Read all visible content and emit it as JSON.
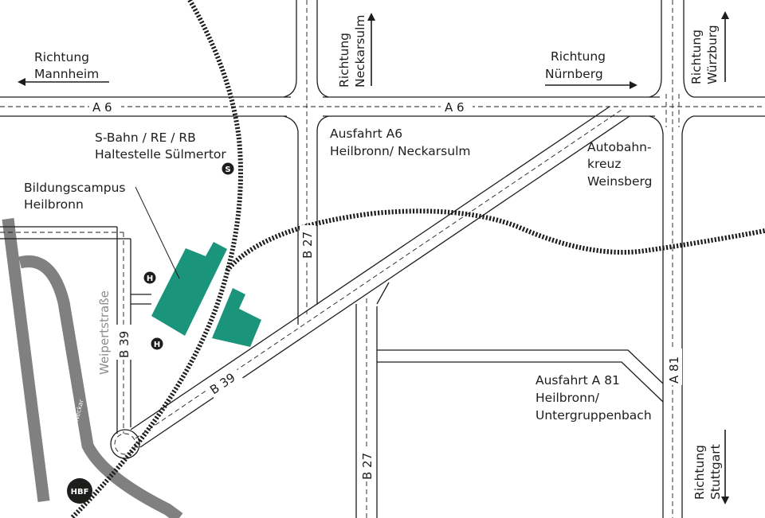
{
  "colors": {
    "campus": "#1a947a",
    "road_outline": "#1d1d1b",
    "river": "#808080",
    "rail": "#1d1d1b",
    "street_label": "#8c8c8c"
  },
  "directions": {
    "mannheim": {
      "line1": "Richtung",
      "line2": "Mannheim",
      "arrow": "left"
    },
    "neckarsulm": {
      "line1": "Richtung",
      "line2": "Neckarsulm",
      "arrow": "up"
    },
    "nuernberg": {
      "line1": "Richtung",
      "line2": "Nürnberg",
      "arrow": "right"
    },
    "wuerzburg": {
      "line1": "Richtung",
      "line2": "Würzburg",
      "arrow": "up"
    },
    "stuttgart": {
      "line1": "Richtung",
      "line2": "Stuttgart",
      "arrow": "down"
    }
  },
  "roads": {
    "a6_left": "A 6",
    "a6_right": "A 6",
    "a81": "A 81",
    "b27_upper": "B 27",
    "b27_lower": "B 27",
    "b39_vertical": "B 39",
    "b39_diagonal": "B 39",
    "weipertstrasse": "Weipertstraße",
    "neckar": "Neckar"
  },
  "places": {
    "sbahn_line1": "S-Bahn / RE / RB",
    "sbahn_line2": "Haltestelle Sülmertor",
    "campus_line1": "Bildungscampus",
    "campus_line2": "Heilbronn",
    "ausfahrt_a6_line1": "Ausfahrt A6",
    "ausfahrt_a6_line2": "Heilbronn/ Neckarsulm",
    "kreuz_line1": "Autobahn-",
    "kreuz_line2": "kreuz",
    "kreuz_line3": "Weinsberg",
    "ausfahrt_a81_line1": "Ausfahrt A 81",
    "ausfahrt_a81_line2": "Heilbronn/",
    "ausfahrt_a81_line3": "Untergruppenbach"
  },
  "symbols": {
    "sbahn": "S",
    "bus_stop": "H",
    "main_station": "HBF"
  }
}
